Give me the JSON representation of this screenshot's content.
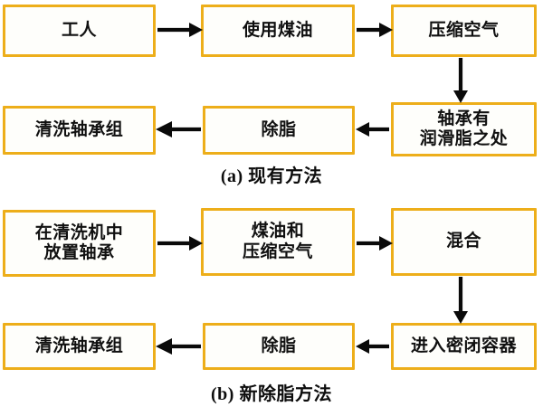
{
  "figure": {
    "type": "flowchart",
    "panels": [
      {
        "id": "panel-a",
        "caption": "(a) 现有方法",
        "nodes": [
          {
            "id": "a1",
            "text": "工人"
          },
          {
            "id": "a2",
            "text": "使用煤油"
          },
          {
            "id": "a3",
            "text": "压缩空气"
          },
          {
            "id": "a4",
            "text": "轴承有\n润滑脂之处"
          },
          {
            "id": "a5",
            "text": "除脂"
          },
          {
            "id": "a6",
            "text": "清洗轴承组"
          }
        ],
        "edges": [
          {
            "from": "a1",
            "to": "a2",
            "direction": "right"
          },
          {
            "from": "a2",
            "to": "a3",
            "direction": "right"
          },
          {
            "from": "a3",
            "to": "a4",
            "direction": "down"
          },
          {
            "from": "a4",
            "to": "a5",
            "direction": "left"
          },
          {
            "from": "a5",
            "to": "a6",
            "direction": "left"
          }
        ]
      },
      {
        "id": "panel-b",
        "caption": "(b) 新除脂方法",
        "nodes": [
          {
            "id": "b1",
            "text": "在清洗机中\n放置轴承"
          },
          {
            "id": "b2",
            "text": "煤油和\n压缩空气"
          },
          {
            "id": "b3",
            "text": "混合"
          },
          {
            "id": "b4",
            "text": "进入密闭容器"
          },
          {
            "id": "b5",
            "text": "除脂"
          },
          {
            "id": "b6",
            "text": "清洗轴承组"
          }
        ],
        "edges": [
          {
            "from": "b1",
            "to": "b2",
            "direction": "right"
          },
          {
            "from": "b2",
            "to": "b3",
            "direction": "right"
          },
          {
            "from": "b3",
            "to": "b4",
            "direction": "down"
          },
          {
            "from": "b4",
            "to": "b5",
            "direction": "left"
          },
          {
            "from": "b5",
            "to": "b6",
            "direction": "left"
          }
        ]
      }
    ],
    "colors": {
      "box_border": "#EDAE1A",
      "box_fill": "#FEFEFB",
      "arrow": "#0A0A0A",
      "text": "#101010",
      "background": "#FFFFFF"
    }
  }
}
